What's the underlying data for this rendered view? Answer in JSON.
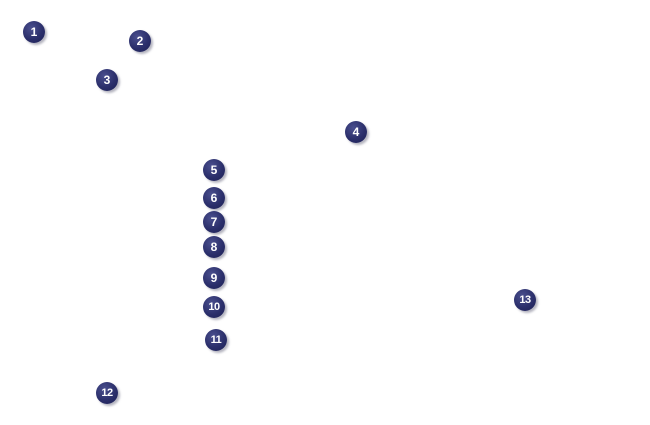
{
  "callouts": [
    {
      "label": "1",
      "color": "#2b2f6b"
    },
    {
      "label": "2",
      "color": "#2b2f6b"
    },
    {
      "label": "3",
      "color": "#2b2f6b"
    },
    {
      "label": "4",
      "color": "#2b2f6b"
    },
    {
      "label": "5",
      "color": "#2b2f6b"
    },
    {
      "label": "6",
      "color": "#2b2f6b"
    },
    {
      "label": "7",
      "color": "#2b2f6b"
    },
    {
      "label": "8",
      "color": "#2b2f6b"
    },
    {
      "label": "9",
      "color": "#2b2f6b"
    },
    {
      "label": "10",
      "color": "#2b2f6b"
    },
    {
      "label": "11",
      "color": "#2b2f6b"
    },
    {
      "label": "12",
      "color": "#2b2f6b"
    },
    {
      "label": "13",
      "color": "#2b2f6b"
    }
  ]
}
